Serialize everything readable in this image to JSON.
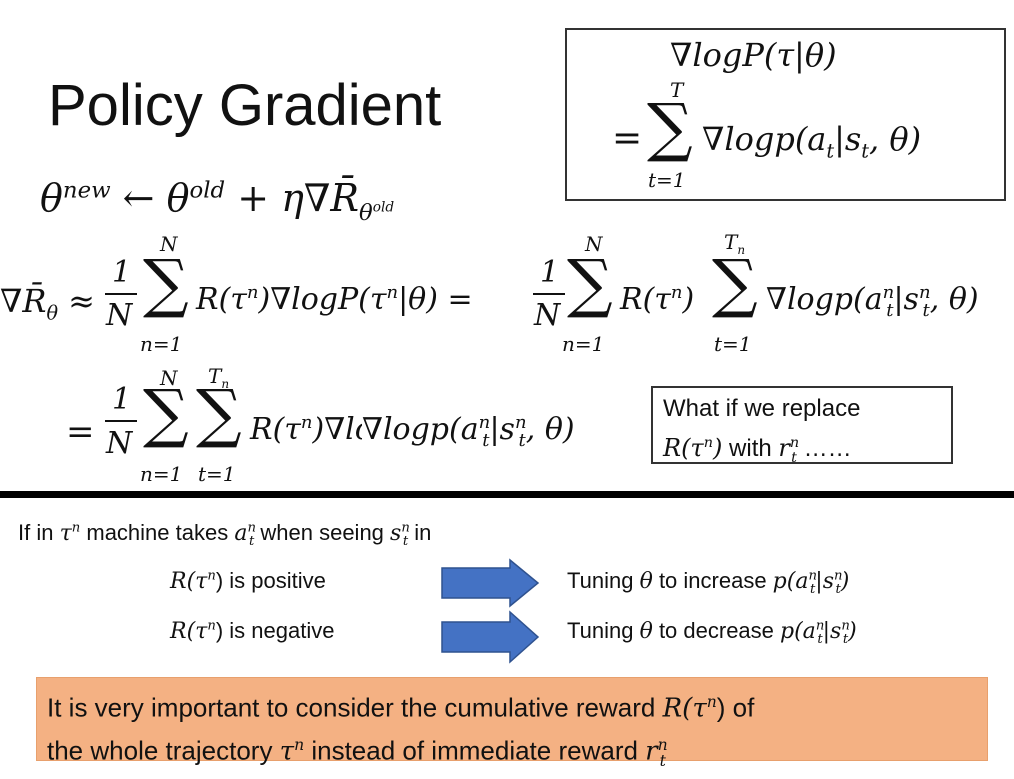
{
  "title": "Policy Gradient",
  "top_box": {
    "line1": "∇logP(τ|θ)",
    "sum_top": "T",
    "sum_bottom": "t=1",
    "line2_prefix": "=",
    "line2_body": "∇logp(a",
    "line2_tail": "|s",
    "line2_end": ", θ)"
  },
  "update_rule": {
    "theta": "θ",
    "new": "new",
    "arrow": "←",
    "old": "old",
    "plus_eta": "+ η∇",
    "rbar": "R̄",
    "sub": "θ",
    "sub_old": "old"
  },
  "grad_line": {
    "lhs": "∇R̄",
    "lhs_sub": "θ",
    "approx": "≈",
    "frac_num": "1",
    "frac_den": "N",
    "sum_top": "N",
    "sum_bottom": "n=1",
    "term1": "R(τ",
    "n": "n",
    "term1b": ")∇logP(τ",
    "term1c": "|θ)",
    "eq": "=",
    "inner_top": "T",
    "inner_top_sub": "n",
    "inner_bottom": "t=1",
    "term2": "R(τ",
    "term2b": ")",
    "term3": "∇logp(a",
    "term3b": "|s",
    "term3c": ", θ)"
  },
  "note_box": {
    "line1": "What if we replace",
    "line2_math": "R(τ",
    "line2_math_b": ")",
    "line2_text": " with ",
    "line2_r": "r",
    "line2_tail": " ……"
  },
  "condition": {
    "prefix": "If in ",
    "tau": "τ",
    "mid1": " machine takes ",
    "a": "a",
    "mid2": " when seeing ",
    "s": "s",
    "suffix": " in"
  },
  "rows": [
    {
      "left_math": "R(τ",
      "left_text": ") is positive",
      "right_text": "Tuning ",
      "right_theta": "θ",
      "right_text2": " to increase ",
      "right_math": "p(a"
    },
    {
      "left_math": "R(τ",
      "left_text": ") is negative",
      "right_text": "Tuning ",
      "right_theta": "θ",
      "right_text2": " to decrease ",
      "right_math": "p(a"
    }
  ],
  "callout": {
    "line1_text": "It is very important to consider the cumulative reward ",
    "line1_math": "R(τ",
    "line1_tail": ") of",
    "line2_text": "the whole trajectory ",
    "line2_tau": "τ",
    "line2_mid": " instead of immediate reward ",
    "line2_r": "r"
  },
  "colors": {
    "arrow_fill": "#4472c4",
    "arrow_stroke": "#2f528f",
    "callout_bg": "#f4b183"
  }
}
